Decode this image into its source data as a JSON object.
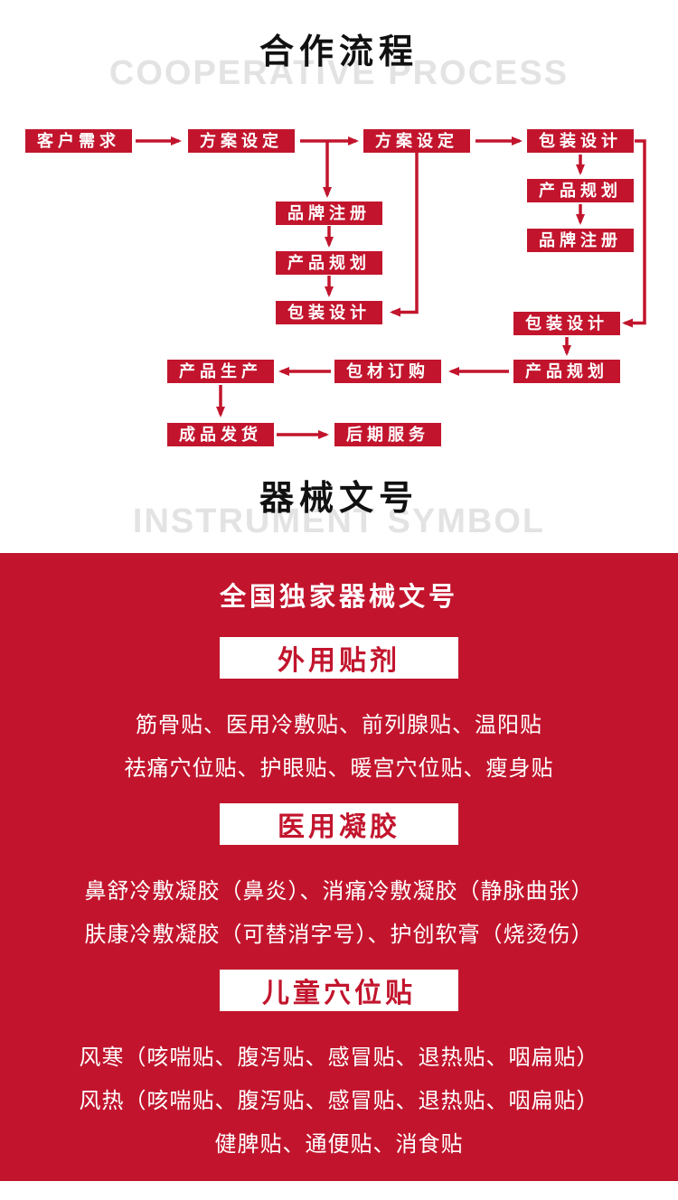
{
  "colors": {
    "brand_red": "#c2152d",
    "watermark_gray": "#e3e3e3"
  },
  "section_process": {
    "title": "合作流程",
    "watermark": "COOPERATIVE PROCESS",
    "nodes": [
      {
        "label": "客户需求"
      },
      {
        "label": "方案设定"
      },
      {
        "label": "方案设定"
      },
      {
        "label": "包装设计"
      },
      {
        "label": "产品规划"
      },
      {
        "label": "品牌注册"
      },
      {
        "label": "品牌注册"
      },
      {
        "label": "产品规划"
      },
      {
        "label": "包装设计"
      },
      {
        "label": "包装设计"
      },
      {
        "label": "产品规划"
      },
      {
        "label": "包材订购"
      },
      {
        "label": "产品生产"
      },
      {
        "label": "成品发货"
      },
      {
        "label": "后期服务"
      }
    ]
  },
  "section_cert": {
    "title": "器械文号",
    "watermark": "INSTRUMENT SYMBOL",
    "heading": "全国独家器械文号",
    "groups": [
      {
        "title": "外用贴剂",
        "lines": [
          "筋骨贴、医用冷敷贴、前列腺贴、温阳贴",
          "祛痛穴位贴、护眼贴、暖宫穴位贴、瘦身贴"
        ]
      },
      {
        "title": "医用凝胶",
        "lines": [
          "鼻舒冷敷凝胶（鼻炎）、消痛冷敷凝胶（静脉曲张）",
          "肤康冷敷凝胶（可替消字号）、护创软膏（烧烫伤）"
        ]
      },
      {
        "title": "儿童穴位贴",
        "lines": [
          "风寒（咳喘贴、腹泻贴、感冒贴、退热贴、咽扁贴）",
          "风热（咳喘贴、腹泻贴、感冒贴、退热贴、咽扁贴）",
          "健脾贴、通便贴、消食贴"
        ]
      }
    ]
  }
}
